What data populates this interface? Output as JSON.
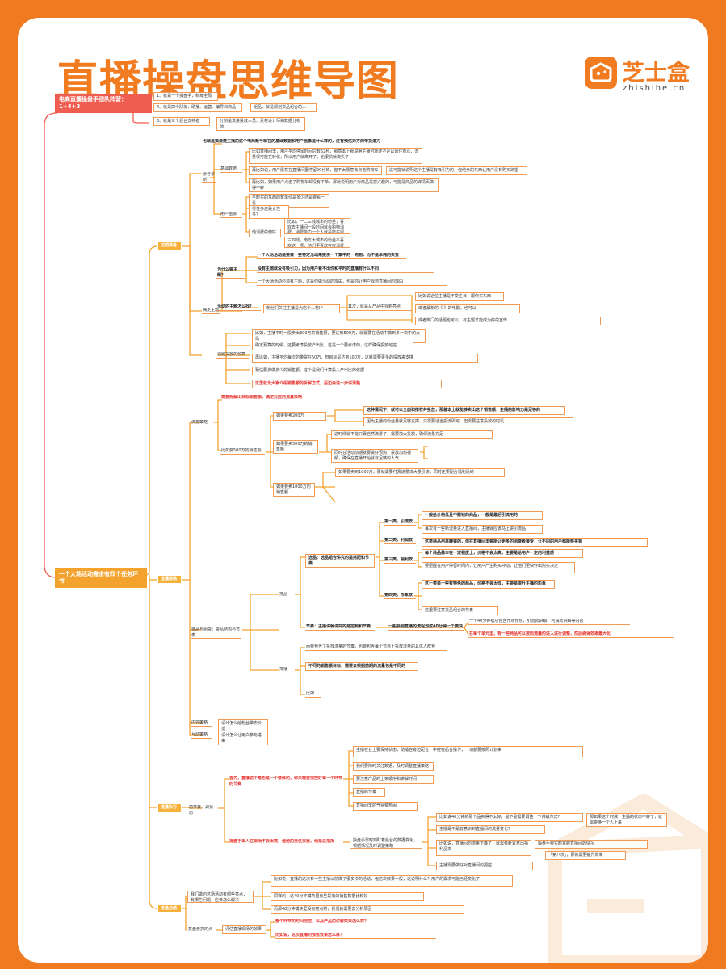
{
  "header": {
    "title": "直播操盘思维导图",
    "brand_name": "芝士盒",
    "brand_domain": "zhishihe.cn"
  },
  "team": {
    "root": "电商直播操盘手团队阵营：1+4+3",
    "items": [
      "1、就是一个操盘手，统筹全局",
      "4、就是四个队友，助播、运营、编导和商品",
      "3、就是三个后台支持者"
    ],
    "notes": [
      "组品，就是规划货品组合的人",
      "分别是流量投放人员、素材设计师和数据分析师"
    ]
  },
  "main": {
    "root": "一个大场活动需求有四个任务环节",
    "stages": [
      "前期准备",
      "直播策略",
      "直播执行",
      "复盘总结"
    ]
  },
  "prep": {
    "account_title": "账号诊断",
    "account_lead": "也就是搞清楚主播的这个电商账号现在的基础数据和用户画像是什么样的，还有预估对方的带货潜力",
    "basic_data": "基础数据",
    "basic_items": [
      "比如直播间里，用户平均停留时间只有52秒，那基本上就说明主播可能还不足以留住观众，流量很可能在转化，所以用户就离开了，也很快就流失了",
      "再比如说，用户愿意在直播间里停留90分钟，但不太愿意去点击购物车",
      "再比如，如果用户点击了购物车却没有下单，那就说明用户对商品是感兴趣的，可能是商品的详情页做得不好"
    ],
    "basic_note": "这可能就说明这个主播是有吸引力的，但他卖的东西让用户没有购买欲望",
    "persona": "用户画像",
    "persona_items": [
      "平时买的东西的客单价是多少还是要看一看",
      "男性多还是女性多？",
      "他消费的偏好"
    ],
    "persona_notes": [
      "比如，一二三线城市的粉丝，喜欢去主播间一段时间就会购物消费，消费能力一个人就是能买很多",
      "三四线，南方大城市的粉丝不喜欢这一项，他们更喜欢在家消费"
    ],
    "theme_title": "确定主题",
    "why_theme": "为什么要主题？",
    "why_items": [
      "一个大场活动是要做一些特定活动来提供一个集中的一购物，而不是单纯的卖货",
      "没有主题就没有吸引力，因为用户看不出你和平时的直播有什么不同",
      "一个大场活动必须有主题，这是你做活动的理由，也是你让用户找到直播间的理由"
    ],
    "how_theme": "活动的主题怎么找？",
    "how_items": [
      "粉丝们关注主播是为这个人格IP",
      "其次，就是从产品中找到亮点"
    ],
    "how_notes": [
      "比如说这位主播是不变生日，跟你买东西",
      "或者最新的《 》的电影，也可以",
      "或者热门的话题也可以，有主题才能成为好的宣传"
    ],
    "goal_title": "选题投放的预算",
    "goal_items": [
      "比如，主播平时一般卖出300万的销售额，要达到500万，就需要在活动中做到多一次中的大场",
      "确定预算的时候，还要考虑投放产出比，这是一个要考虑的，这样确保投放可控",
      "再比如，主播平均每次的带货在50万，但目标是达到100万，这就需要更多的投放来支撑",
      "预估要多做多少的销售额，这个是我们计算投入产出比的依据",
      "这里就为大家介绍销售额的拆解方式，后边会进一步讲清楚"
    ]
  },
  "strategy": {
    "flow_title": "流量策略",
    "flow_lead": "需要拆解出目标销售额，确定对应的流量策略",
    "flow_300": "比如要500万的销售额",
    "branches": [
      "如果要卖200万",
      "如果要卖500万的销售额",
      "如果要卖1000万的销售额"
    ],
    "branch_notes": [
      "这种情况下，就可以全面和推荐并投放，那基本上就能够卖出这个销售额，主播的影响力是足够的",
      "因为主播的粉丝量就足够支撑，只需要适当投流即可，但需要注意投放的时机",
      "这时候就不能只靠自然流量了，需要加大投放，确保流量充足",
      "同时在活动前期就要做好预热，投放加热视频，确保在直播开始就有足够的人气",
      "如果要卖到1000万，那就需要付费流量来大量引流，同时还要配合福利活动"
    ],
    "product_title": "选品：选品组合讲究的是搭配和节奏",
    "product_sub": "排品与组货：货品结构与节奏",
    "product_groups": [
      "第一类，引流款",
      "第二类，利润款",
      "第三类，福利款",
      "第四类，形象款"
    ],
    "product_notes": [
      "一般给价格低且不赚钱的商品，一般是最后引流用的",
      "每次有一些新流量进入直播间，主播就应该马上讲引流品",
      "这类商品用来赚钱的，但在直播间里要能让更多的消费者接受，让不同的用户都能够买到",
      "每个商品基本在一定程度上，价格不会太高，主要是给用户一定的利益感",
      "要把握在用户停留时间内，让用户产生购买冲动，让他们更快作出购买决定",
      "这一类是一些有特色的商品，价格不会太低，主要是提升主播的形象",
      "这里要注意货品组合的节奏"
    ],
    "rhythm_title": "节奏：主播讲解讲究的是控制和节奏",
    "rhythm_note": "一般会把直播的流程划成40分钟一个模块",
    "rhythm_items": [
      "一个40分钟模块包含开场预热，引流款讲解，利润款讲解等内容",
      "在每个单元里，有一些商品可以按照流量的进入进行调整，然后确保效果最大化"
    ],
    "content_title": "内容策略",
    "content_note": "设计怎么给粉丝带去价值",
    "interact_title": "互动策略",
    "interact_note": "设计怎么让用户参与进来"
  },
  "execution": {
    "lead1": "首先，直播这个角色是一个整体的，你只需要把控好每一个环节的节奏",
    "lead2": "操盘手本人在现场不会出镜，但他的责任很重，他是总指挥",
    "items": [
      "主播在台上要保持状态，助播在旁边配合，中控在后台操作，一切都要按照计划来",
      "我们要随时关注数据，及时调整直播策略",
      "要注意产品的上架顺序和讲解时间",
      "直播的节奏",
      "直播间里的气氛要热闹"
    ],
    "right_items": [
      "比如说40分钟的那个品卖得不太好，是不是需要调整一下讲解方式？",
      "主播是不是有意识到直播间的流量变化？",
      "比如说，直播间的流量下降了，就需要赶紧拿出福利品来",
      "主播需要做好对直播间的把控"
    ],
    "right_notes": [
      "那如果这个时候，主播的状态不好了，就需要换一个人上来",
      "操盘手要实时掌握直播间的情况",
      "「第八次」，那就需要提升效率"
    ]
  },
  "review": {
    "title": "复盘总结",
    "lead": "我们做的这场活动有哪些亮点，有哪些问题，应该怎么解决",
    "points": [
      "比如说，直播的这次有一些主播以前做了很多次的活动，但这次效果一般，这说明什么？用户的需求可能已经变化了",
      "同样的，这40分钟模块里有些段落的销售数据比较好",
      "而那40分钟模块里没有亮点的，我们就需要去分析原因"
    ],
    "highlight_title": "复盘要抓的点",
    "highlight_sub": "评估直播现场的效果",
    "highlight_items": [
      "整个环节的时间把控，以及产品的讲解效果怎么样？",
      "比如说，这次直播的预售效果怎么样？"
    ]
  }
}
